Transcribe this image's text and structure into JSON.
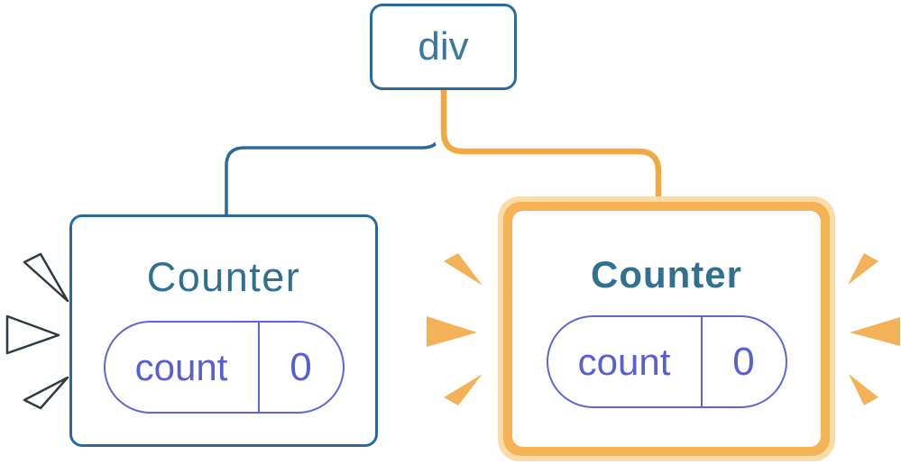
{
  "root_node": {
    "label": "div"
  },
  "left_counter": {
    "title": "Counter",
    "state_key": "count",
    "state_value": "0"
  },
  "right_counter": {
    "title": "Counter",
    "state_key": "count",
    "state_value": "0"
  },
  "colors": {
    "blue_border": "#2B6B9C",
    "blue_text": "#38799F",
    "teal_title": "#32708F",
    "purple_text": "#5A5FD0",
    "purple_border": "#6065D2",
    "orange_ring": "#F6B355",
    "orange_ring_pale": "#FBDCA9",
    "orange_edge": "#F0A843",
    "orange_spark": "#F3B258",
    "spark_outline": "#2F3B42",
    "card_bg": "#FFFFFF"
  }
}
